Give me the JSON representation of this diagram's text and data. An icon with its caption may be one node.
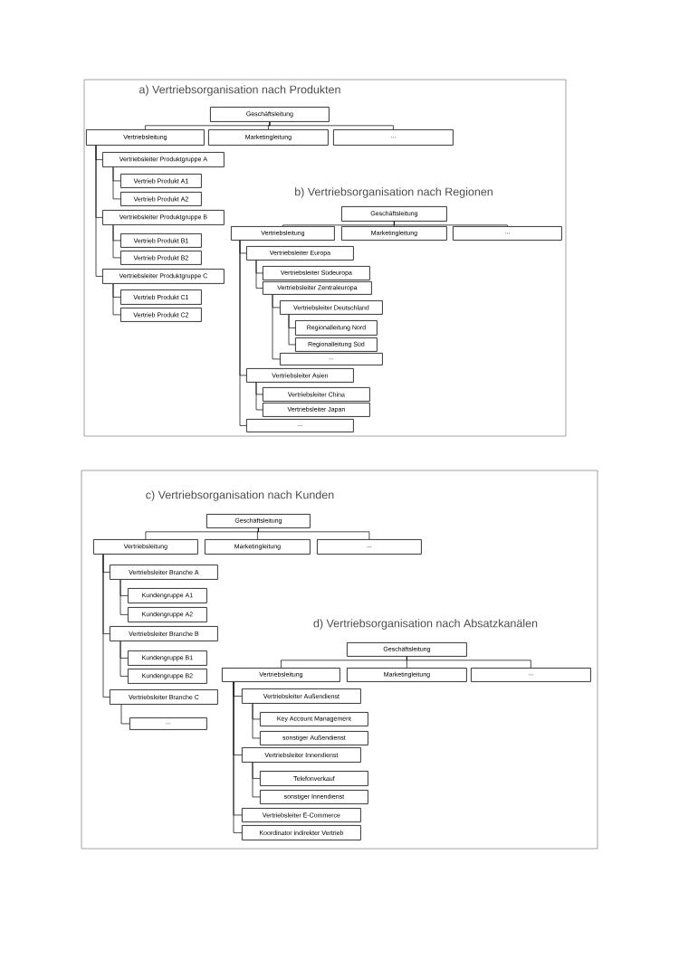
{
  "diagram": {
    "nodes": [
      {
        "text": [
          "Geschäftsleitung"
        ]
      },
      {
        "text": [
          "Vertriebsleitung"
        ]
      },
      {
        "text": [
          "Marketingleitung"
        ]
      },
      {
        "text": [
          "..."
        ]
      },
      {
        "text": [
          "Vertriebsleiter Produktgruppe A"
        ]
      },
      {
        "text": [
          "Vertrieb Produkt A1"
        ]
      },
      {
        "text": [
          "Vertrieb Produkt A2"
        ]
      },
      {
        "text": [
          "Vertriebsleiter Produktgruppe B"
        ]
      },
      {
        "text": [
          "Vertrieb Produkt B1"
        ]
      },
      {
        "text": [
          "Vertrieb Produkt B2"
        ]
      },
      {
        "text": [
          "Vertriebsleiter Produktgruppe C"
        ]
      },
      {
        "text": [
          "Vertrieb Produkt C1"
        ]
      },
      {
        "text": [
          "Vertrieb Produkt C2"
        ]
      },
      {
        "text": [
          "Geschäftsleitung"
        ]
      },
      {
        "text": [
          "Vertriebsleitung"
        ]
      },
      {
        "text": [
          "Marketingleitung"
        ]
      },
      {
        "text": [
          "..."
        ]
      },
      {
        "text": [
          "Vertriebsleiter Europa"
        ]
      },
      {
        "text": [
          "Vertriebsleiter Südeuropa"
        ]
      },
      {
        "text": [
          "Vertriebsleiter Zentraleuropa"
        ]
      },
      {
        "text": [
          "Vertriebsleiter Deutschland"
        ]
      },
      {
        "text": [
          "Regionalleitung Nord"
        ]
      },
      {
        "text": [
          "Regionalleitung Süd"
        ]
      },
      {
        "text": [
          "..."
        ]
      },
      {
        "text": [
          "Vertriebsleiter Asien"
        ]
      },
      {
        "text": [
          "Vertriebsleiter China"
        ]
      },
      {
        "text": [
          "Vertriebsleiter Japan"
        ]
      },
      {
        "text": [
          "..."
        ]
      },
      {
        "text": [
          "Geschäftsleitung"
        ]
      },
      {
        "text": [
          "Vertriebsleitung"
        ]
      },
      {
        "text": [
          "Marketingleitung"
        ]
      },
      {
        "text": [
          "..."
        ]
      },
      {
        "text": [
          "Vertriebsleiter Branche A"
        ]
      },
      {
        "text": [
          "Kundengruppe A1"
        ]
      },
      {
        "text": [
          "Kundengruppe A2"
        ]
      },
      {
        "text": [
          "Vertriebsleiter Branche B"
        ]
      },
      {
        "text": [
          "Kundengruppe B1"
        ]
      },
      {
        "text": [
          "Kundengruppe B2"
        ]
      },
      {
        "text": [
          "Vertriebsleiter Branche C"
        ]
      },
      {
        "text": [
          "..."
        ]
      },
      {
        "text": [
          "Geschäftsleitung"
        ]
      },
      {
        "text": [
          "Vertriebsleitung"
        ]
      },
      {
        "text": [
          "Marketingleitung"
        ]
      },
      {
        "text": [
          "..."
        ]
      },
      {
        "text": [
          "Vertriebsleiter Außendienst"
        ]
      },
      {
        "text": [
          "Key Account Management"
        ]
      },
      {
        "text": [
          "sonstiger Außendienst"
        ]
      },
      {
        "text": [
          "Vertriebsleiter Innendienst"
        ]
      },
      {
        "text": [
          "Telefonverkauf"
        ]
      },
      {
        "text": [
          "sonstiger Innendienst"
        ]
      },
      {
        "text": [
          "Vertriebsleiter E-Commerce"
        ]
      },
      {
        "text": [
          "Koordinator indirekter Vertrieb"
        ]
      }
    ],
    "edges": [
      {
        "from": 0,
        "to": 1,
        "arrow": "none"
      },
      {
        "from": 0,
        "to": 2,
        "arrow": "none"
      },
      {
        "from": 0,
        "to": 3,
        "arrow": "none"
      },
      {
        "from": 1,
        "to": 4,
        "arrow": "none"
      },
      {
        "from": 1,
        "to": 7,
        "arrow": "none"
      },
      {
        "from": 1,
        "to": 10,
        "arrow": "none"
      },
      {
        "from": 4,
        "to": 5,
        "arrow": "none"
      },
      {
        "from": 4,
        "to": 6,
        "arrow": "none"
      },
      {
        "from": 7,
        "to": 8,
        "arrow": "none"
      },
      {
        "from": 7,
        "to": 9,
        "arrow": "none"
      },
      {
        "from": 10,
        "to": 11,
        "arrow": "none"
      },
      {
        "from": 10,
        "to": 12,
        "arrow": "none"
      },
      {
        "from": 13,
        "to": 14,
        "arrow": "none"
      },
      {
        "from": 13,
        "to": 15,
        "arrow": "none"
      },
      {
        "from": 13,
        "to": 16,
        "arrow": "none"
      },
      {
        "from": 14,
        "to": 17,
        "arrow": "none"
      },
      {
        "from": 14,
        "to": 24,
        "arrow": "none"
      },
      {
        "from": 14,
        "to": 27,
        "arrow": "none"
      },
      {
        "from": 17,
        "to": 18,
        "arrow": "none"
      },
      {
        "from": 17,
        "to": 19,
        "arrow": "none"
      },
      {
        "from": 19,
        "to": 20,
        "arrow": "none"
      },
      {
        "from": 19,
        "to": 23,
        "arrow": "none"
      },
      {
        "from": 20,
        "to": 21,
        "arrow": "none"
      },
      {
        "from": 20,
        "to": 22,
        "arrow": "none"
      },
      {
        "from": 24,
        "to": 25,
        "arrow": "none"
      },
      {
        "from": 24,
        "to": 26,
        "arrow": "none"
      },
      {
        "from": 28,
        "to": 29,
        "arrow": "none"
      },
      {
        "from": 28,
        "to": 30,
        "arrow": "none"
      },
      {
        "from": 28,
        "to": 31,
        "arrow": "none"
      },
      {
        "from": 29,
        "to": 32,
        "arrow": "none"
      },
      {
        "from": 29,
        "to": 35,
        "arrow": "none"
      },
      {
        "from": 29,
        "to": 38,
        "arrow": "none"
      },
      {
        "from": 32,
        "to": 33,
        "arrow": "none"
      },
      {
        "from": 32,
        "to": 34,
        "arrow": "none"
      },
      {
        "from": 35,
        "to": 36,
        "arrow": "none"
      },
      {
        "from": 35,
        "to": 37,
        "arrow": "none"
      },
      {
        "from": 38,
        "to": 39,
        "arrow": "none"
      },
      {
        "from": 40,
        "to": 41,
        "arrow": "none"
      },
      {
        "from": 40,
        "to": 42,
        "arrow": "none"
      },
      {
        "from": 40,
        "to": 43,
        "arrow": "none"
      },
      {
        "from": 41,
        "to": 44,
        "arrow": "none"
      },
      {
        "from": 41,
        "to": 47,
        "arrow": "none"
      },
      {
        "from": 41,
        "to": 50,
        "arrow": "none"
      },
      {
        "from": 41,
        "to": 51,
        "arrow": "none"
      },
      {
        "from": 44,
        "to": 45,
        "arrow": "none"
      },
      {
        "from": 44,
        "to": 46,
        "arrow": "none"
      },
      {
        "from": 47,
        "to": 48,
        "arrow": "none"
      },
      {
        "from": 47,
        "to": 49,
        "arrow": "none"
      }
    ],
    "labels": [
      "a) Vertriebsorganisation nach Produkten",
      "b) Vertriebsorganisation nach Regionen",
      "c) Vertriebsorganisation nach Kunden",
      "d) Vertriebsorganisation nach Absatzkanälen"
    ]
  }
}
